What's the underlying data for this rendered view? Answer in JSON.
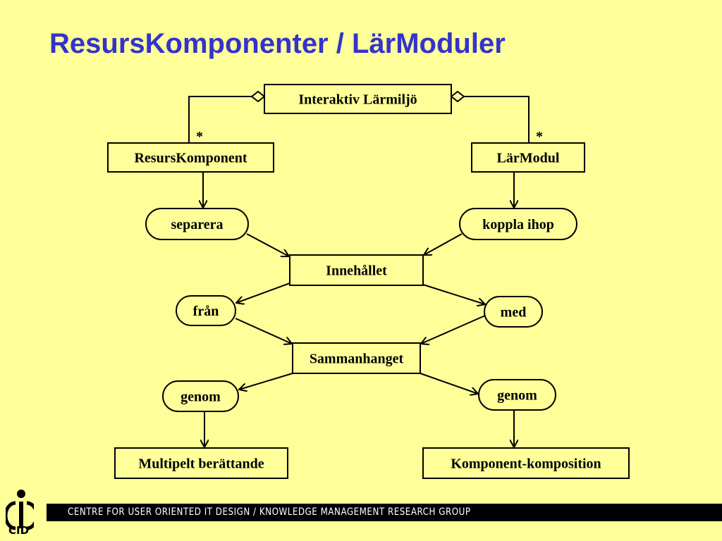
{
  "title": "ResursKomponenter / LärModuler",
  "nodes": {
    "interaktiv": {
      "label": "Interaktiv Lärmiljö",
      "shape": "rect"
    },
    "resurskomponent": {
      "label": "ResursKomponent",
      "shape": "rect"
    },
    "larmodul": {
      "label": "LärModul",
      "shape": "rect"
    },
    "separera": {
      "label": "separera",
      "shape": "pill"
    },
    "koppla": {
      "label": "koppla ihop",
      "shape": "pill"
    },
    "innehallet": {
      "label": "Innehållet",
      "shape": "rect"
    },
    "fran": {
      "label": "från",
      "shape": "pill"
    },
    "med": {
      "label": "med",
      "shape": "pill"
    },
    "sammanhanget": {
      "label": "Sammanhanget",
      "shape": "rect"
    },
    "genom_left": {
      "label": "genom",
      "shape": "pill"
    },
    "genom_right": {
      "label": "genom",
      "shape": "pill"
    },
    "multipelt": {
      "label": "Multipelt berättande",
      "shape": "rect"
    },
    "komponent": {
      "label": "Komponent-komposition",
      "shape": "rect"
    }
  },
  "edges": [
    {
      "from": "resurskomponent",
      "to": "interaktiv",
      "type": "aggregation",
      "multiplicity": "*"
    },
    {
      "from": "larmodul",
      "to": "interaktiv",
      "type": "aggregation",
      "multiplicity": "*"
    },
    {
      "from": "resurskomponent",
      "to": "separera",
      "type": "arrow"
    },
    {
      "from": "larmodul",
      "to": "koppla",
      "type": "arrow"
    },
    {
      "from": "separera",
      "to": "innehallet",
      "type": "arrow"
    },
    {
      "from": "koppla",
      "to": "innehallet",
      "type": "arrow"
    },
    {
      "from": "innehallet",
      "to": "fran",
      "type": "arrow"
    },
    {
      "from": "innehallet",
      "to": "med",
      "type": "arrow"
    },
    {
      "from": "fran",
      "to": "sammanhanget",
      "type": "arrow"
    },
    {
      "from": "med",
      "to": "sammanhanget",
      "type": "arrow"
    },
    {
      "from": "sammanhanget",
      "to": "genom_left",
      "type": "arrow"
    },
    {
      "from": "sammanhanget",
      "to": "genom_right",
      "type": "arrow"
    },
    {
      "from": "genom_left",
      "to": "multipelt",
      "type": "arrow"
    },
    {
      "from": "genom_right",
      "to": "komponent",
      "type": "arrow"
    }
  ],
  "footer": {
    "text": "CENTRE FOR USER ORIENTED IT DESIGN  /  KNOWLEDGE MANAGEMENT RESEARCH GROUP",
    "logo_text": "CID"
  },
  "colors": {
    "background": "#FFFF99",
    "title": "#3333CC",
    "stroke": "#000000"
  }
}
